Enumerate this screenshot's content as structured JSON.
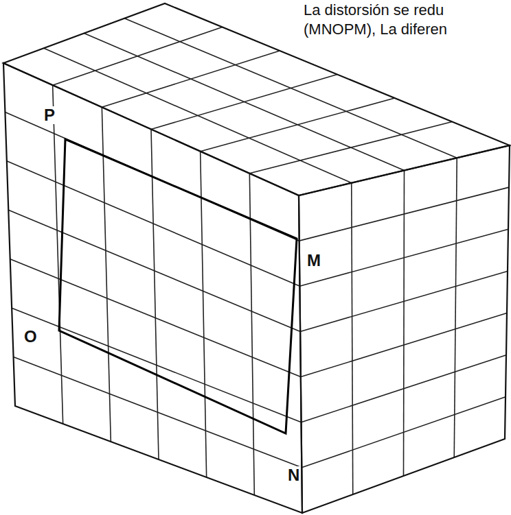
{
  "diagram": {
    "labels": [
      "La distorsión se redu",
      "(MNOPM), La diferen",
      "P",
      "M",
      "O",
      "N"
    ]
  }
}
